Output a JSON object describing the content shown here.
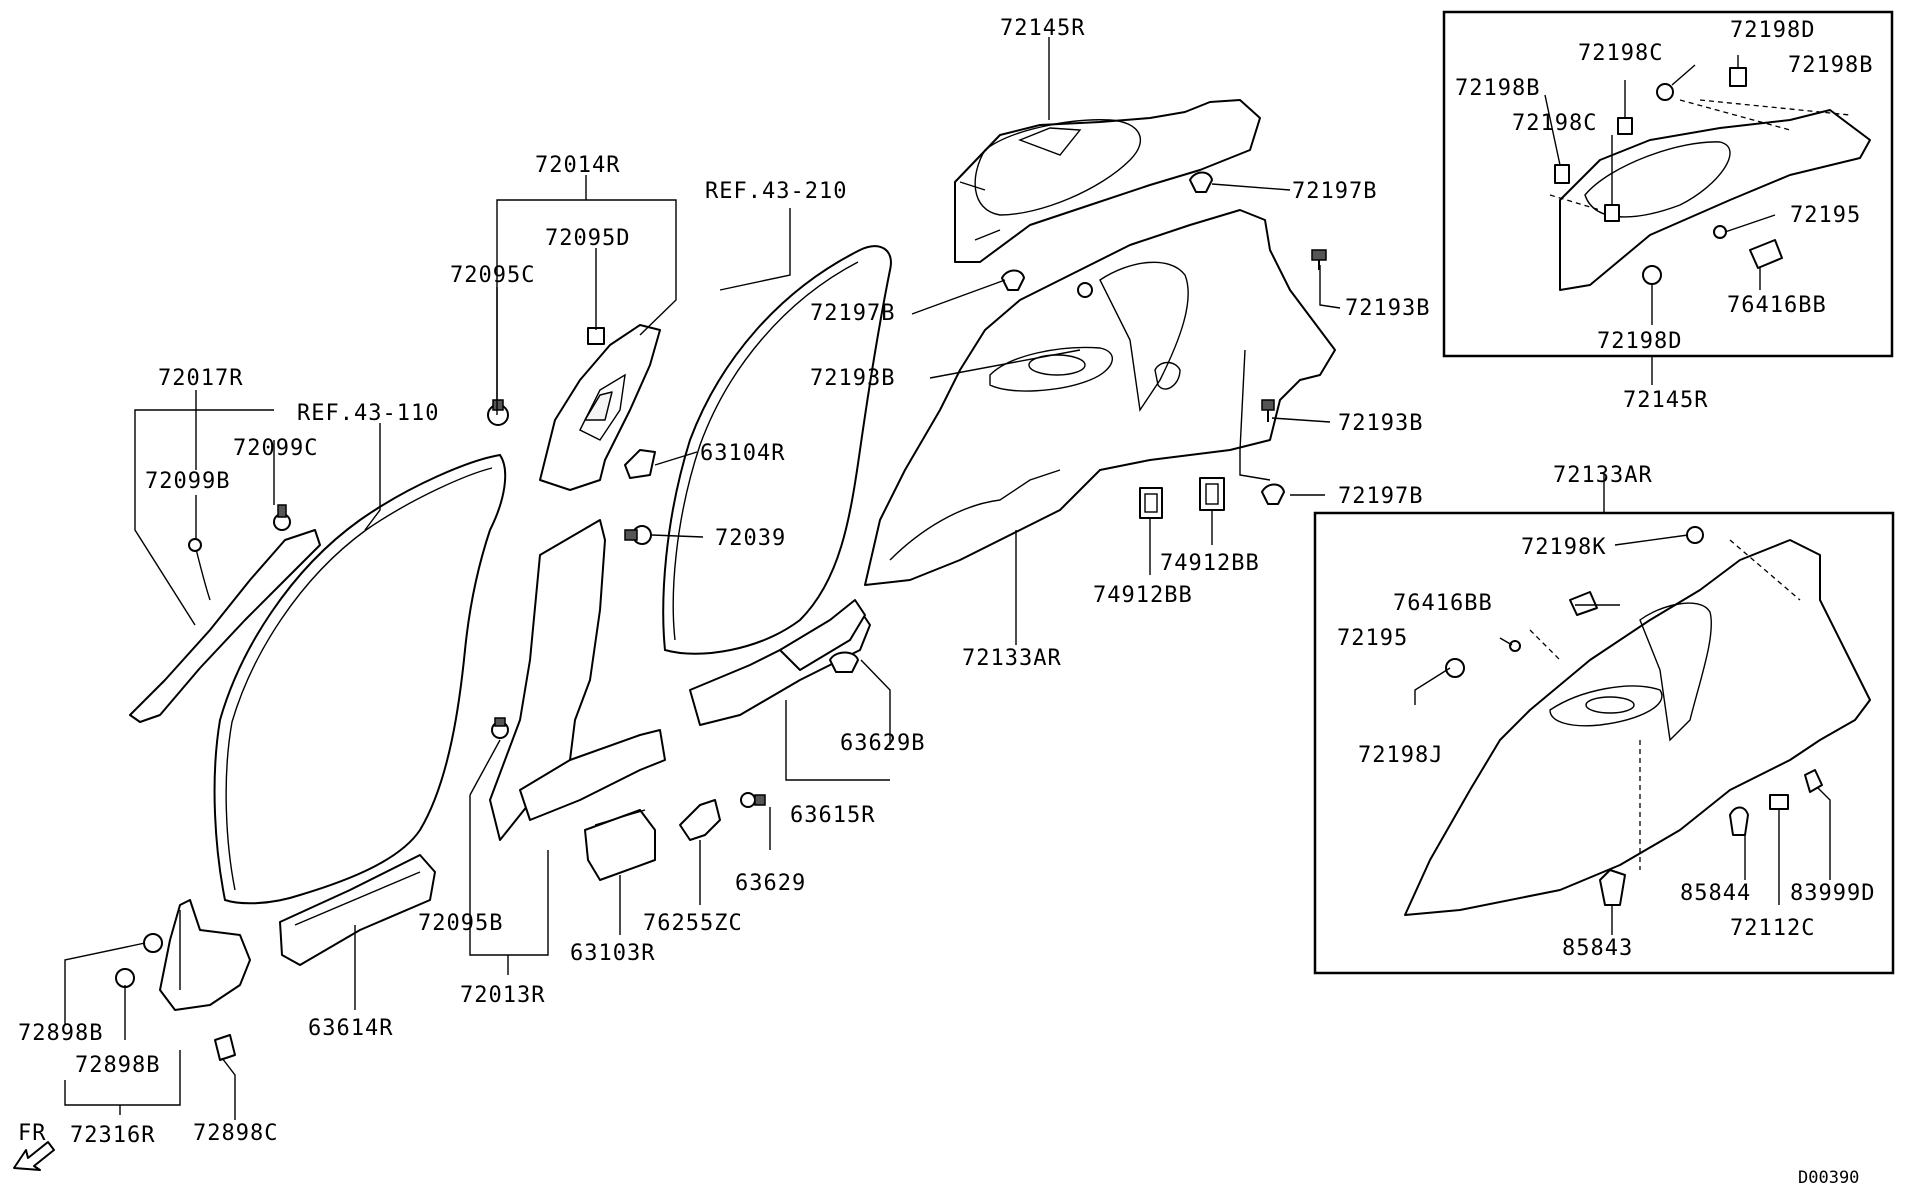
{
  "diagram_code": "D00390",
  "direction_label": "FR",
  "labels": {
    "p72145R_top": "72145R",
    "p72014R": "72014R",
    "ref43_210": "REF.43-210",
    "p72095D": "72095D",
    "p72095C": "72095C",
    "p72017R": "72017R",
    "ref43_110": "REF.43-110",
    "p72099C": "72099C",
    "p72099B": "72099B",
    "p72197B_a": "72197B",
    "p72197B_b": "72197B",
    "p72197B_c": "72197B",
    "p72193B_a": "72193B",
    "p72193B_b": "72193B",
    "p72193B_c": "72193B",
    "p63104R": "63104R",
    "p72039": "72039",
    "p74912BB_a": "74912BB",
    "p74912BB_b": "74912BB",
    "p72133AR_main": "72133AR",
    "p63629B": "63629B",
    "p63615R": "63615R",
    "p63629": "63629",
    "p76255ZC": "76255ZC",
    "p63103R": "63103R",
    "p72095B": "72095B",
    "p72013R": "72013R",
    "p63614R": "63614R",
    "p72898B_a": "72898B",
    "p72898B_b": "72898B",
    "p72316R": "72316R",
    "p72898C": "72898C"
  },
  "inset_top": {
    "p72198D_a": "72198D",
    "p72198C_a": "72198C",
    "p72198B_a": "72198B",
    "p72198B_b": "72198B",
    "p72198C_b": "72198C",
    "p72195": "72195",
    "p76416BB": "76416BB",
    "p72198D_b": "72198D",
    "caption": "72145R"
  },
  "inset_bottom": {
    "caption": "72133AR",
    "p72198K": "72198K",
    "p76416BB": "76416BB",
    "p72195": "72195",
    "p72198J": "72198J",
    "p85844": "85844",
    "p83999D": "83999D",
    "p85843": "85843",
    "p72112C": "72112C"
  }
}
